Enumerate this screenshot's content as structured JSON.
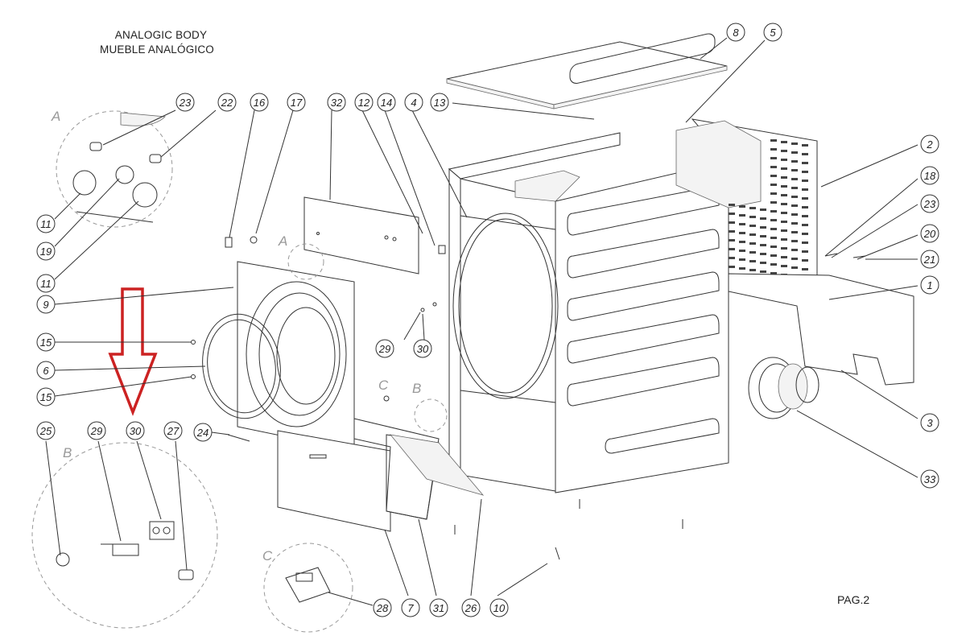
{
  "title_line1": "ANALOGIC BODY",
  "title_line2": "MUEBLE ANALÓGICO",
  "page_label": "PAG.2",
  "detail_labels": {
    "a_top": "A",
    "a_mid": "A",
    "b_bottom": "B",
    "b_mid": "B",
    "c_mid": "C",
    "c_bottom": "C"
  },
  "callouts": {
    "n8": "8",
    "n5": "5",
    "n23a": "23",
    "n22": "22",
    "n16": "16",
    "n17": "17",
    "n32": "32",
    "n12": "12",
    "n14": "14",
    "n4": "4",
    "n13": "13",
    "n2": "2",
    "n18": "18",
    "n23b": "23",
    "n20": "20",
    "n21": "21",
    "n1": "1",
    "n3": "3",
    "n33": "33",
    "n11a": "11",
    "n19": "19",
    "n11b": "11",
    "n9": "9",
    "n15a": "15",
    "n6": "6",
    "n15b": "15",
    "n29a": "29",
    "n30a": "30",
    "n25": "25",
    "n29b": "29",
    "n30b": "30",
    "n27": "27",
    "n24": "24",
    "n28": "28",
    "n7": "7",
    "n31": "31",
    "n26": "26",
    "n10": "10"
  },
  "colors": {
    "highlight_arrow": "#cc2222",
    "line": "#333333",
    "dashed": "#999999"
  },
  "highlighted_part": "30"
}
